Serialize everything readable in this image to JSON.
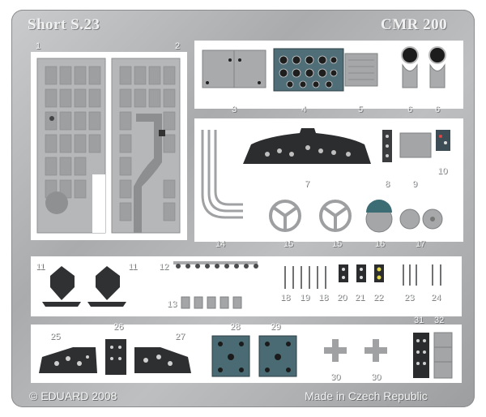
{
  "fret": {
    "title": "Short S.23",
    "code": "CMR 200",
    "copyright": "© EDUARD 2008",
    "made_in": "Made in Czech Republic"
  },
  "part_numbers": [
    "1",
    "2",
    "3",
    "4",
    "5",
    "6",
    "6",
    "7",
    "8",
    "9",
    "10",
    "14",
    "15",
    "15",
    "16",
    "17",
    "11",
    "11",
    "12",
    "13",
    "18",
    "19",
    "18",
    "20",
    "21",
    "22",
    "23",
    "24",
    "25",
    "26",
    "27",
    "28",
    "29",
    "31",
    "32",
    "30",
    "30"
  ]
}
